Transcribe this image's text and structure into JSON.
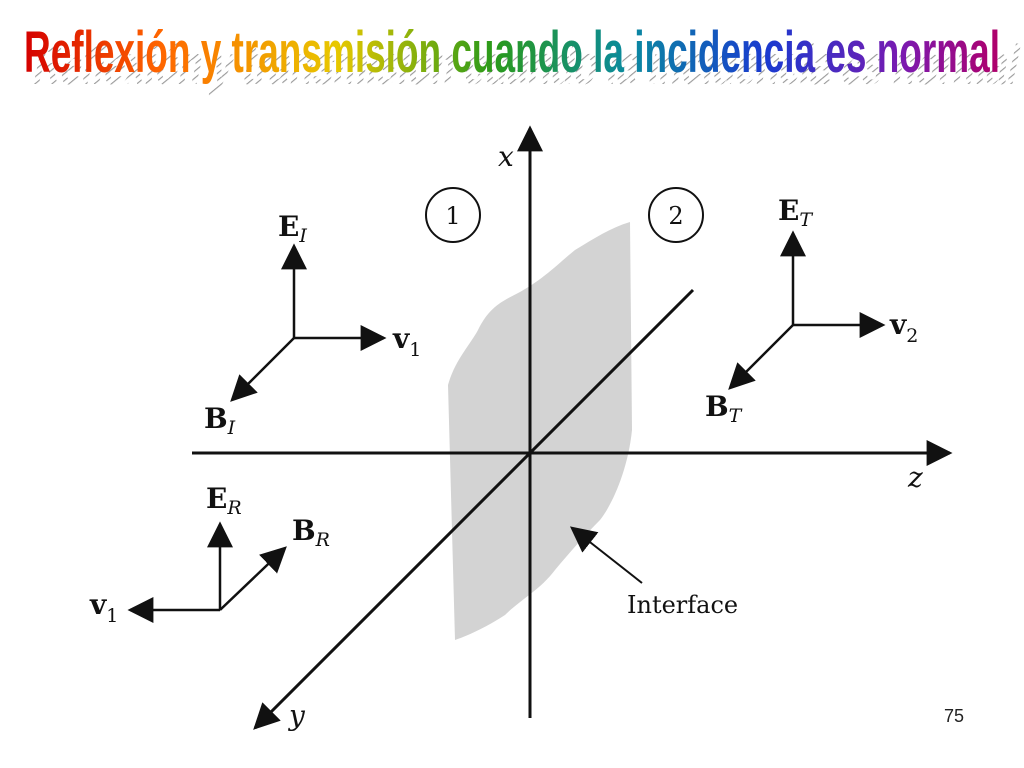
{
  "title": "Reflexión y transmisión cuando la incidencia es normal",
  "title_colors": [
    "#d40000",
    "#ff6600",
    "#e8c800",
    "#2a9a1a",
    "#0a8aa0",
    "#1a3ad0",
    "#7a1ab0",
    "#b0006a"
  ],
  "page_number": "75",
  "diagram": {
    "axes": {
      "x": "x",
      "y": "y",
      "z": "z"
    },
    "regions": [
      "1",
      "2"
    ],
    "interface_label": "Interface",
    "incident": {
      "E": "E",
      "E_sub": "I",
      "B": "B",
      "B_sub": "I",
      "v": "v",
      "v_sub": "1"
    },
    "reflected": {
      "E": "E",
      "E_sub": "R",
      "B": "B",
      "B_sub": "R",
      "v": "v",
      "v_sub": "1"
    },
    "transmitted": {
      "E": "E",
      "E_sub": "T",
      "B": "B",
      "B_sub": "T",
      "v": "v",
      "v_sub": "2"
    }
  }
}
